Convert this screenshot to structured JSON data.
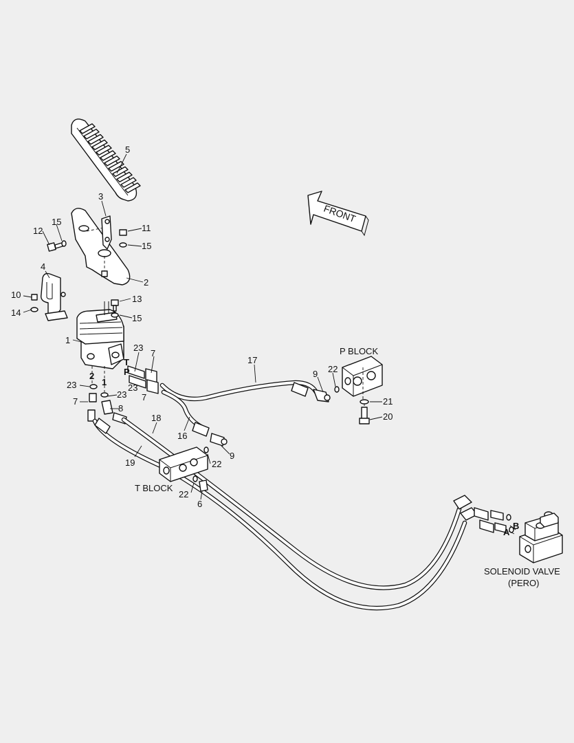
{
  "labels": {
    "p1": "1",
    "p2": "2",
    "p3": "3",
    "p4": "4",
    "p5": "5",
    "p6": "6",
    "p7a": "7",
    "p7b": "7",
    "p7c": "7",
    "p8": "8",
    "p9a": "9",
    "p9b": "9",
    "p10": "10",
    "p11": "11",
    "p12": "12",
    "p13": "13",
    "p14": "14",
    "p15a": "15",
    "p15b": "15",
    "p15c": "15",
    "p16": "16",
    "p17": "17",
    "p18": "18",
    "p19": "19",
    "p20": "20",
    "p21": "21",
    "p22a": "22",
    "p22b": "22",
    "p22c": "22",
    "p23a": "23",
    "p23b": "23",
    "p23c": "23",
    "p23d": "23"
  },
  "port_labels": {
    "t": "T",
    "p": "P",
    "one": "1",
    "two": "2",
    "a": "A",
    "b": "B"
  },
  "captions": {
    "p_block": "P BLOCK",
    "t_block": "T BLOCK",
    "solenoid_line1": "SOLENOID VALVE",
    "solenoid_line2": "(PERO)"
  },
  "front_arrow": "FRONT"
}
